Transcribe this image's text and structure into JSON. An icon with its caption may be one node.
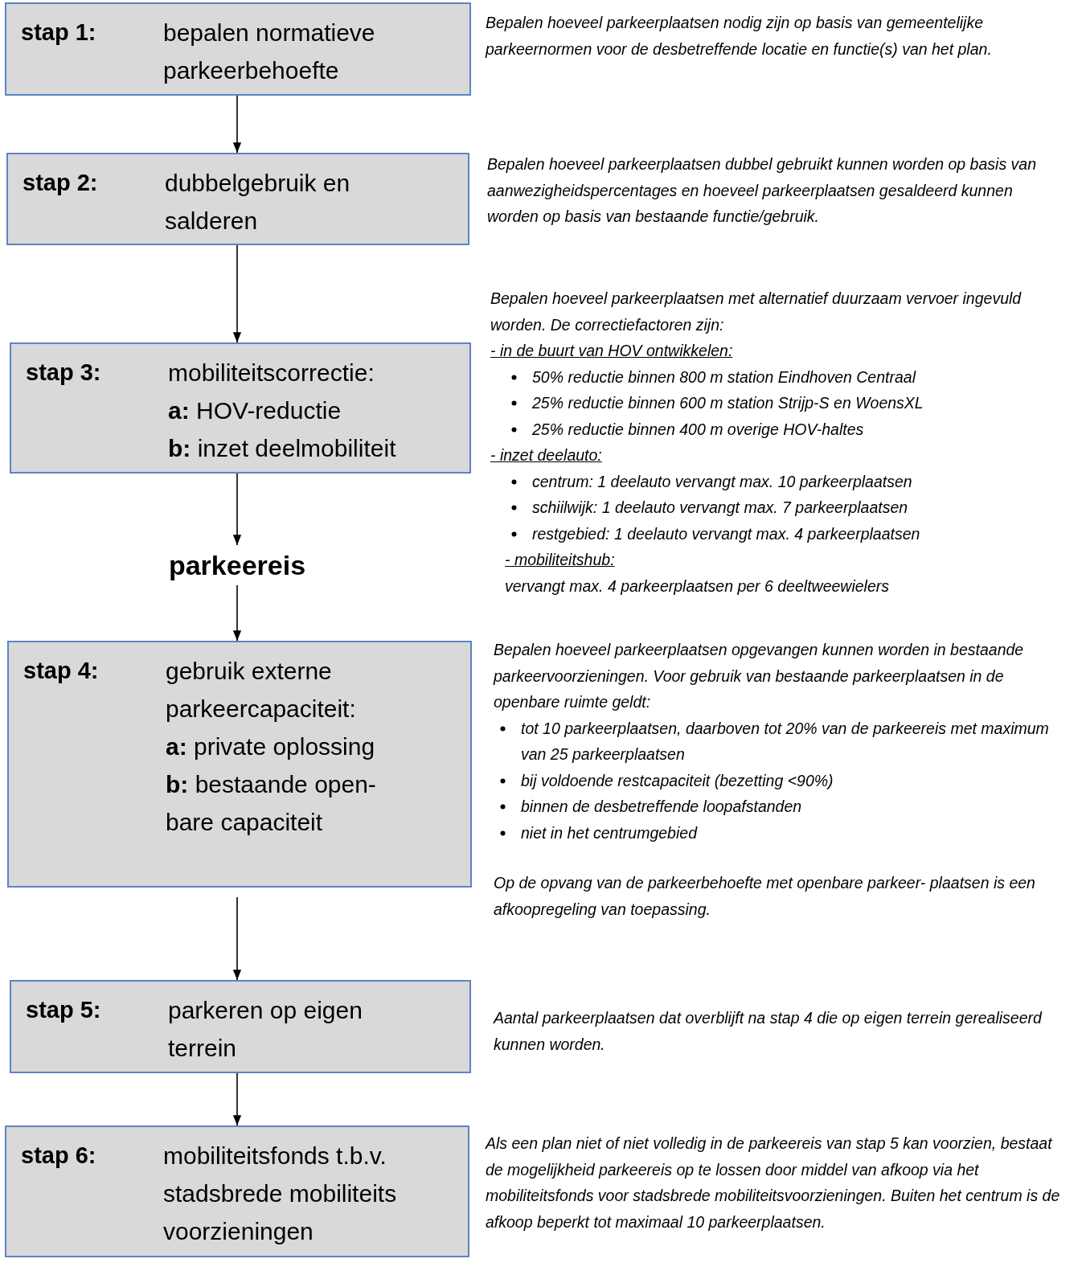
{
  "diagram": {
    "nodes": [
      {
        "text": [
          "stap 1:",
          "bepalen normatieve parkeerbehoefte"
        ],
        "beside": [
          "Bepalen hoeveel parkeerplaatsen nodig zijn op basis van gemeentelijke parkeernormen voor de desbetreffende locatie en functie(s) van het plan."
        ]
      },
      {
        "text": [
          "stap 2:",
          "dubbelgebruik en salderen"
        ],
        "beside": [
          "Bepalen hoeveel parkeerplaatsen dubbel gebruikt kunnen worden op basis van aanwezigheidspercentages en hoeveel parkeerplaatsen gesaldeerd kunnen worden op basis van bestaande functie/gebruik."
        ]
      },
      {
        "text": [
          "stap 3:",
          "mobiliteitscorrectie:",
          "**a:** HOV-reductie",
          "**b:** inzet deelmobiliteit"
        ],
        "beside": [
          "Bepalen hoeveel parkeerplaatsen met alternatief duurzaam vervoer ingevuld worden. De correctiefactoren zijn:",
          "- in de buurt van HOV ontwikkelen:",
          "50% reductie binnen 800 m station Eindhoven Centraal",
          "25% reductie binnen 600 m station Strijp-S en WoensXL",
          "25% reductie binnen 400 m overige HOV-haltes",
          "- inzet deelauto:",
          "centrum: 1 deelauto vervangt max. 10 parkeerplaatsen",
          "schiilwijk: 1 deelauto vervangt max. 7 parkeerplaatsen",
          "restgebied: 1 deelauto vervangt max. 4 parkeerplaatsen",
          "- mobiliteitshub:",
          "vervangt max. 4 parkeerplaatsen per 6 deeltweewielers"
        ]
      },
      {
        "text": [
          "parkeereis"
        ]
      },
      {
        "text": [
          "stap 4:",
          "gebruik externe parkeercapaciteit:",
          "**a:** private oplossing",
          "**b:** bestaande open- bare capaciteit"
        ],
        "beside": [
          "Bepalen hoeveel parkeerplaatsen opgevangen kunnen worden in bestaande parkeervoorzieningen. Voor gebruik van bestaande parkeerplaatsen in de openbare ruimte geldt:",
          "tot 10 parkeerplaatsen, daarboven tot 20% van de parkeereis met maximum van 25 parkeerplaatsen",
          "bij voldoende restcapaciteit (bezetting <90%)",
          "binnen de desbetreffende loopafstanden",
          "niet in het centrumgebied",
          "Op de opvang van de parkeerbehoefte met openbare parkeer- plaatsen is een afkoopregeling van toepassing."
        ]
      },
      {
        "text": [
          "stap 5:",
          "parkeren op eigen terrein"
        ],
        "beside": [
          "Aantal parkeerplaatsen dat overblijft na stap 4 die op eigen terrein gerealiseerd kunnen worden."
        ]
      },
      {
        "text": [
          "stap 6:",
          "mobiliteitsfonds t.b.v. stadsbrede mobiliteits voorzieningen"
        ],
        "beside": [
          "Als een plan niet of niet volledig in de parkeereis van stap 5 kan voorzien, bestaat de mogelijkheid parkeereis op te lossen door middel van afkoop via het mobiliteitsfonds voor stadsbrede mobiliteitsvoorzieningen. Buiten het centrum is de afkoop beperkt tot maximaal 10 parkeerplaatsen."
        ]
      }
    ],
    "edges": [
      {
        "from": 0,
        "to": 1,
        "arrow": "to"
      },
      {
        "from": 1,
        "to": 2,
        "arrow": "to"
      },
      {
        "from": 2,
        "to": 3,
        "arrow": "to"
      },
      {
        "from": 3,
        "to": 4,
        "arrow": "to"
      },
      {
        "from": 4,
        "to": 5,
        "arrow": "to"
      },
      {
        "from": 5,
        "to": 6,
        "arrow": "to"
      }
    ]
  }
}
